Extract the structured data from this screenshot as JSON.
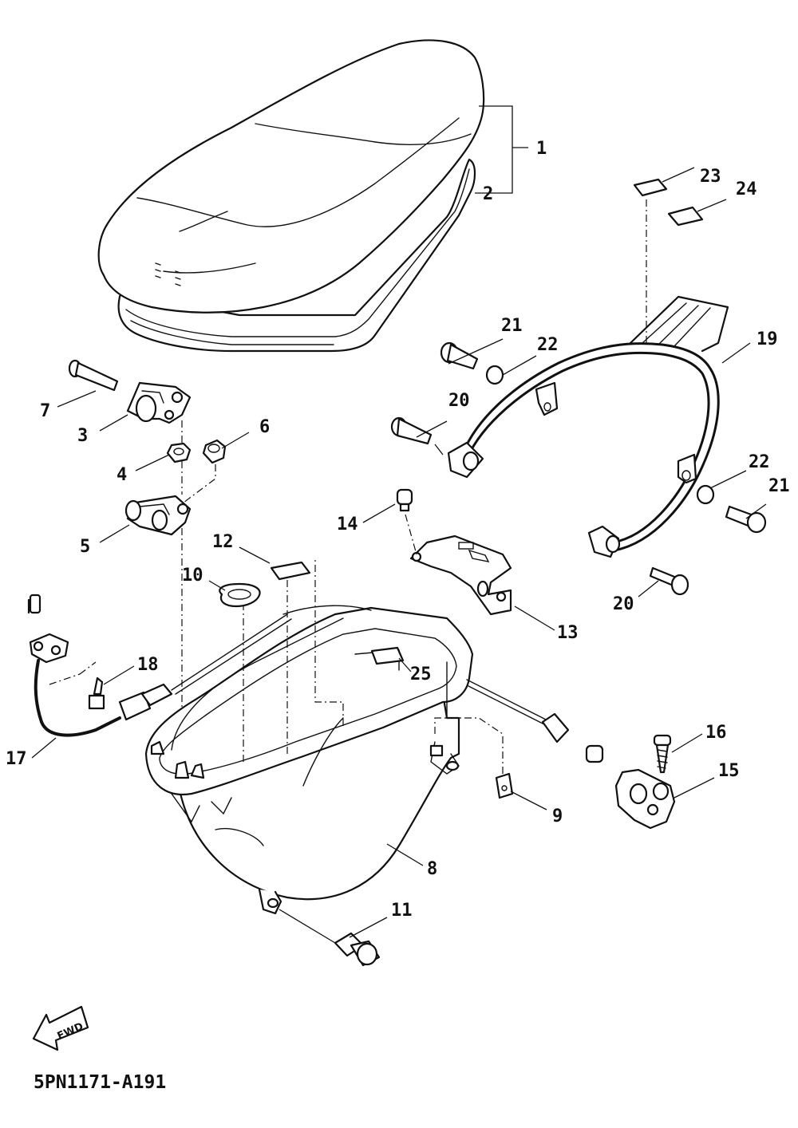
{
  "diagram": {
    "drawing_code": "5PN1171-A191",
    "direction_label": "FWD",
    "callouts": [
      "1",
      "2",
      "3",
      "4",
      "5",
      "6",
      "7",
      "8",
      "9",
      "10",
      "11",
      "12",
      "13",
      "14",
      "15",
      "16",
      "17",
      "18",
      "19",
      "20",
      "20",
      "21",
      "21",
      "22",
      "22",
      "23",
      "24",
      "25"
    ]
  }
}
